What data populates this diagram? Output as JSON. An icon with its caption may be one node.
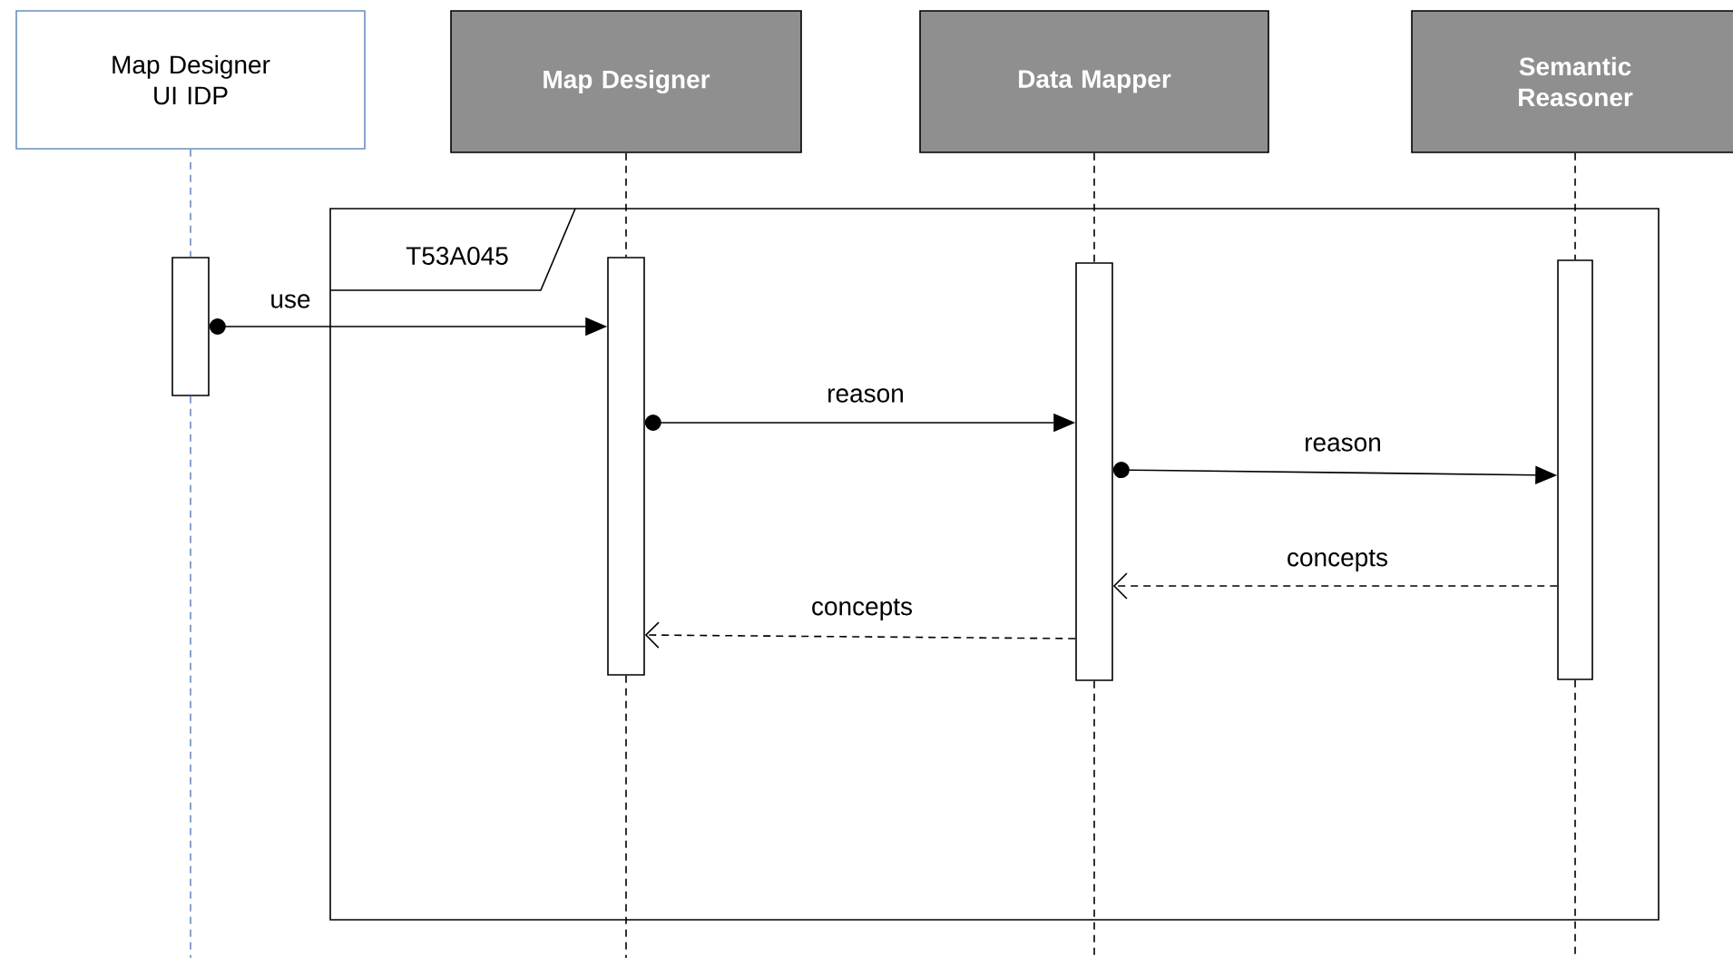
{
  "diagram": {
    "nodes": [
      {
        "text": [
          "Map Designer UI IDP"
        ]
      },
      {
        "text": [
          "Map Designer"
        ]
      },
      {
        "text": [
          "Data Mapper"
        ]
      },
      {
        "text": [
          "Semantic Reasoner"
        ]
      },
      {
        "text": [
          "T53A045"
        ]
      },
      {
        "text": [],
        "shape": "bar"
      },
      {
        "text": [],
        "shape": "bar",
        "in": 4
      },
      {
        "text": [],
        "shape": "bar",
        "in": 4
      },
      {
        "text": [],
        "shape": "bar",
        "in": 4
      }
    ],
    "edges": [
      {
        "from": 5,
        "to": 6,
        "arrow": "to",
        "label": "use"
      },
      {
        "from": 6,
        "to": 7,
        "arrow": "to",
        "label": "reason"
      },
      {
        "from": 7,
        "to": 8,
        "arrow": "to",
        "label": "reason"
      },
      {
        "from": 8,
        "to": 7,
        "arrow": "to",
        "label": "concepts",
        "style": "dashed"
      },
      {
        "from": 7,
        "to": 6,
        "arrow": "to",
        "label": "concepts",
        "style": "dashed"
      },
      {
        "from": 0,
        "to": 5,
        "arrow": "none",
        "style": "dashed",
        "color": "#6c8ebf"
      },
      {
        "from": 5,
        "to": null,
        "arrow": "none",
        "style": "dashed",
        "color": "#6c8ebf"
      },
      {
        "from": 1,
        "to": 6,
        "arrow": "none",
        "style": "dashed"
      },
      {
        "from": 6,
        "to": null,
        "arrow": "none",
        "style": "dashed"
      },
      {
        "from": 2,
        "to": 7,
        "arrow": "none",
        "style": "dashed"
      },
      {
        "from": 7,
        "to": null,
        "arrow": "none",
        "style": "dashed"
      },
      {
        "from": 3,
        "to": 8,
        "arrow": "none",
        "style": "dashed"
      },
      {
        "from": 8,
        "to": null,
        "arrow": "none",
        "style": "dashed"
      }
    ]
  }
}
